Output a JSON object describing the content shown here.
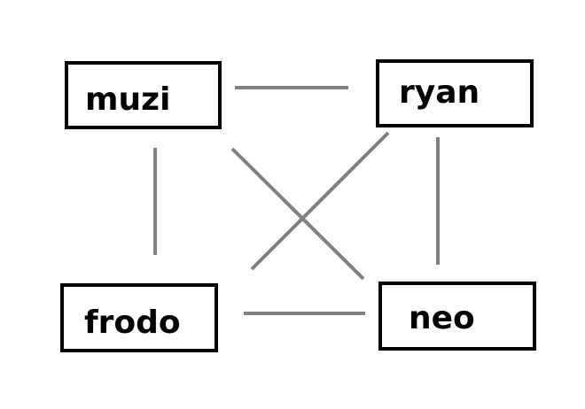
{
  "nodes": [
    {
      "id": "muzi",
      "label": "muzi"
    },
    {
      "id": "ryan",
      "label": "ryan"
    },
    {
      "id": "frodo",
      "label": "frodo"
    },
    {
      "id": "neo",
      "label": "neo"
    }
  ],
  "edges": [
    {
      "from": "muzi",
      "to": "ryan"
    },
    {
      "from": "muzi",
      "to": "frodo"
    },
    {
      "from": "muzi",
      "to": "neo"
    },
    {
      "from": "ryan",
      "to": "frodo"
    },
    {
      "from": "ryan",
      "to": "neo"
    },
    {
      "from": "frodo",
      "to": "neo"
    }
  ],
  "colors": {
    "edge": "#808080",
    "node_border": "#000000",
    "node_text": "#000000",
    "background": "#ffffff"
  }
}
